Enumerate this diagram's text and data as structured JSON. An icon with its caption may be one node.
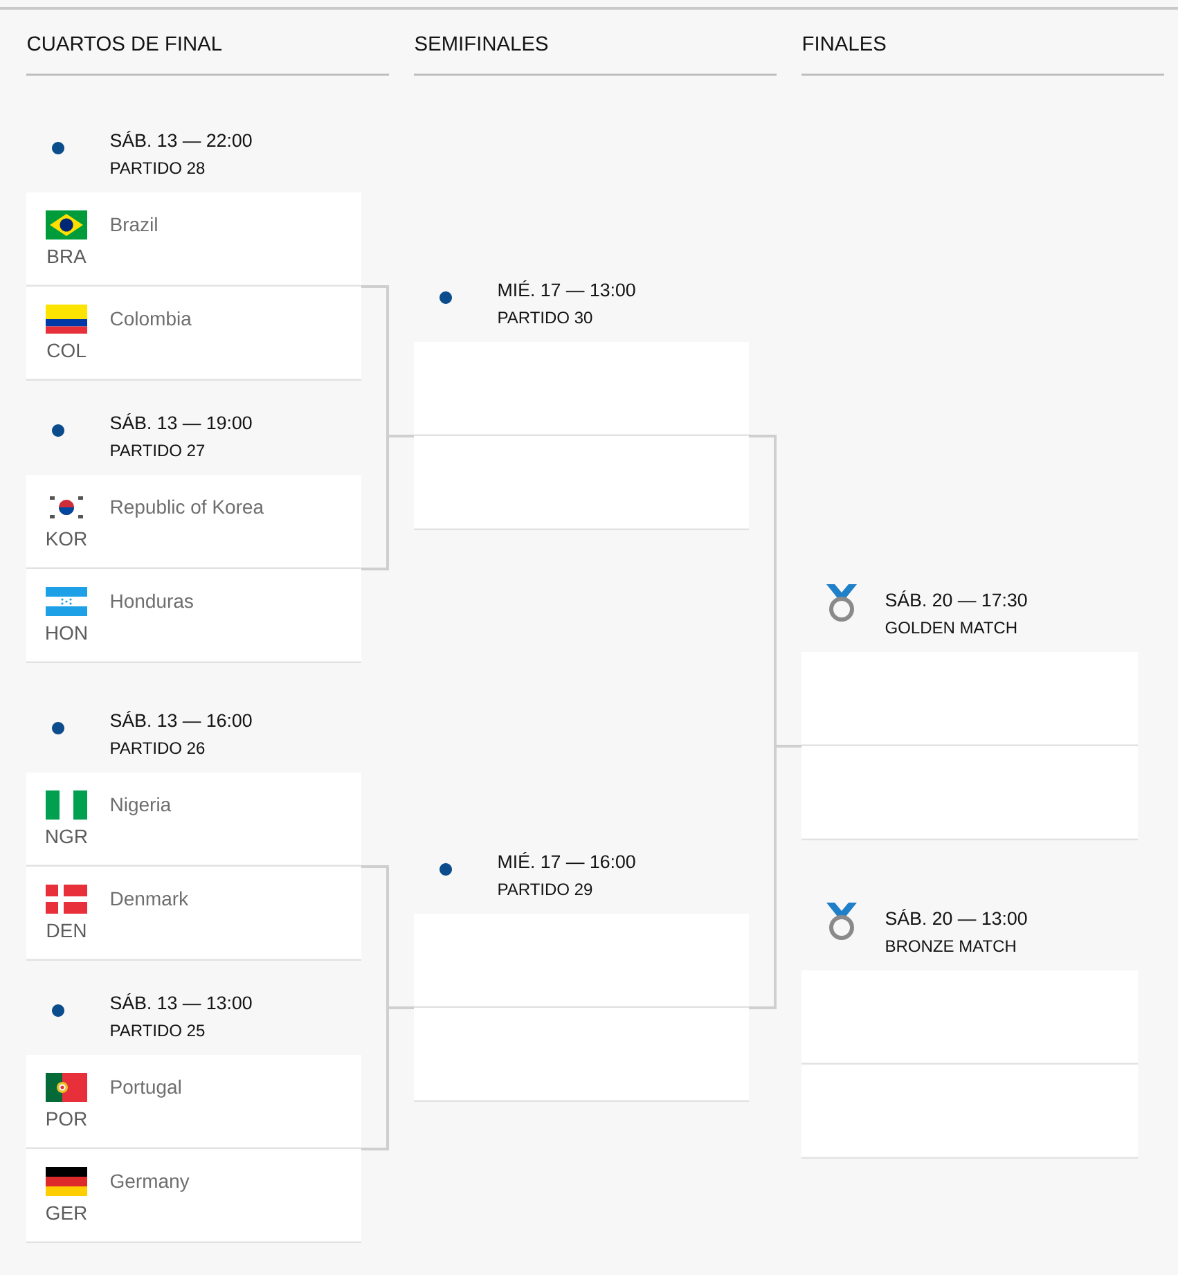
{
  "diagram": {
    "nodes": [
      {
        "text": [
          "SÁB. 13 — 22:00",
          "PARTIDO 28",
          "Brazil",
          "BRA",
          "Colombia",
          "COL"
        ]
      },
      {
        "text": [
          "SÁB. 13 — 19:00",
          "PARTIDO 27",
          "Republic of Korea",
          "KOR",
          "Honduras",
          "HON"
        ]
      },
      {
        "text": [
          "SÁB. 13 — 16:00",
          "PARTIDO 26",
          "Nigeria",
          "NGR",
          "Denmark",
          "DEN"
        ]
      },
      {
        "text": [
          "SÁB. 13 — 13:00",
          "PARTIDO 25",
          "Portugal",
          "POR",
          "Germany",
          "GER"
        ]
      },
      {
        "text": [
          "MIÉ. 17 — 13:00",
          "PARTIDO 30"
        ]
      },
      {
        "text": [
          "MIÉ. 17 — 16:00",
          "PARTIDO 29"
        ]
      },
      {
        "text": [
          "SÁB. 20 — 17:30",
          "GOLDEN MATCH"
        ]
      },
      {
        "text": [
          "SÁB. 20 — 13:00",
          "BRONZE MATCH"
        ]
      }
    ],
    "edges": [
      {
        "from": 0,
        "to": 4,
        "arrow": "none"
      },
      {
        "from": 1,
        "to": 4,
        "arrow": "none"
      },
      {
        "from": 2,
        "to": 5,
        "arrow": "none"
      },
      {
        "from": 3,
        "to": 5,
        "arrow": "none"
      },
      {
        "from": 4,
        "to": 6,
        "arrow": "none"
      },
      {
        "from": 5,
        "to": 6,
        "arrow": "none"
      }
    ],
    "labels": [
      "CUARTOS DE FINAL",
      "SEMIFINALES",
      "FINALES"
    ]
  }
}
